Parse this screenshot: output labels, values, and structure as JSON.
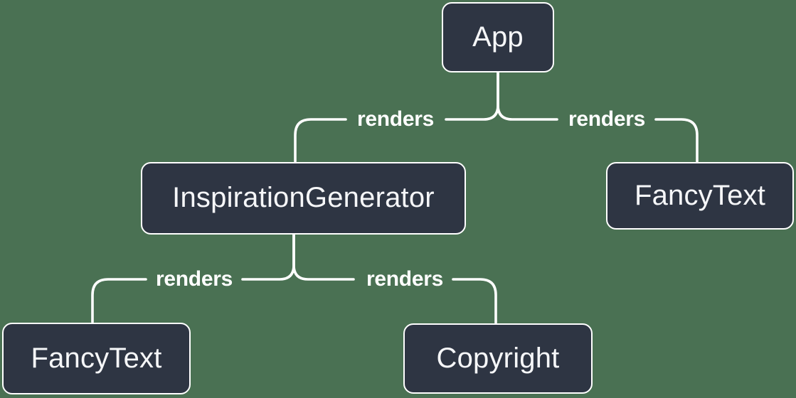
{
  "colors": {
    "bg": "#4A7153",
    "node_fill": "#2E3543",
    "node_border": "#FFFFFF",
    "node_text": "#F6F7F9",
    "line": "#FFFFFF",
    "edge_label_text": "#FFFFFF"
  },
  "diagram": {
    "nodes": [
      {
        "id": "app",
        "label": "App"
      },
      {
        "id": "inspiration-generator",
        "label": "InspirationGenerator"
      },
      {
        "id": "fancy-text-top",
        "label": "FancyText"
      },
      {
        "id": "fancy-text-bottom",
        "label": "FancyText"
      },
      {
        "id": "copyright",
        "label": "Copyright"
      }
    ],
    "edges": [
      {
        "from": "App",
        "to": "InspirationGenerator",
        "label": "renders"
      },
      {
        "from": "App",
        "to": "FancyText",
        "label": "renders"
      },
      {
        "from": "InspirationGenerator",
        "to": "FancyText",
        "label": "renders"
      },
      {
        "from": "InspirationGenerator",
        "to": "Copyright",
        "label": "renders"
      }
    ]
  }
}
